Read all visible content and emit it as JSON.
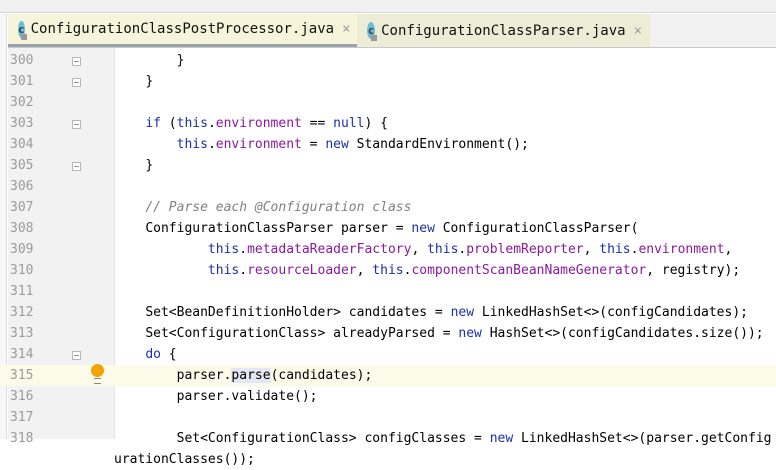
{
  "tabs": [
    {
      "label": "ConfigurationClassPostProcessor.java",
      "icon": "c-class-icon",
      "active": true
    },
    {
      "label": "ConfigurationClassParser.java",
      "icon": "c-class-icon",
      "active": false
    }
  ],
  "icon_letter": "c",
  "close_glyph": "×",
  "current_line": 315,
  "lines": [
    {
      "n": "300",
      "t": [
        [
          "p",
          "        }"
        ]
      ]
    },
    {
      "n": "301",
      "t": [
        [
          "p",
          "    }"
        ]
      ]
    },
    {
      "n": "302",
      "t": []
    },
    {
      "n": "303",
      "t": [
        [
          "p",
          "    "
        ],
        [
          "kw",
          "if"
        ],
        [
          "p",
          " ("
        ],
        [
          "kw",
          "this"
        ],
        [
          "p",
          "."
        ],
        [
          "fld",
          "environment"
        ],
        [
          "p",
          " == "
        ],
        [
          "kw",
          "null"
        ],
        [
          "p",
          ") {"
        ]
      ]
    },
    {
      "n": "304",
      "t": [
        [
          "p",
          "        "
        ],
        [
          "kw",
          "this"
        ],
        [
          "p",
          "."
        ],
        [
          "fld",
          "environment"
        ],
        [
          "p",
          " = "
        ],
        [
          "kw",
          "new"
        ],
        [
          "p",
          " StandardEnvironment();"
        ]
      ]
    },
    {
      "n": "305",
      "t": [
        [
          "p",
          "    }"
        ]
      ]
    },
    {
      "n": "306",
      "t": []
    },
    {
      "n": "307",
      "t": [
        [
          "p",
          "    "
        ],
        [
          "cmt",
          "// Parse each @Configuration class"
        ]
      ]
    },
    {
      "n": "308",
      "t": [
        [
          "p",
          "    ConfigurationClassParser parser = "
        ],
        [
          "kw",
          "new"
        ],
        [
          "p",
          " ConfigurationClassParser("
        ]
      ]
    },
    {
      "n": "309",
      "t": [
        [
          "p",
          "            "
        ],
        [
          "kw",
          "this"
        ],
        [
          "p",
          "."
        ],
        [
          "fld",
          "metadataReaderFactory"
        ],
        [
          "p",
          ", "
        ],
        [
          "kw",
          "this"
        ],
        [
          "p",
          "."
        ],
        [
          "fld",
          "problemReporter"
        ],
        [
          "p",
          ", "
        ],
        [
          "kw",
          "this"
        ],
        [
          "p",
          "."
        ],
        [
          "fld",
          "environment"
        ],
        [
          "p",
          ","
        ]
      ]
    },
    {
      "n": "310",
      "t": [
        [
          "p",
          "            "
        ],
        [
          "kw",
          "this"
        ],
        [
          "p",
          "."
        ],
        [
          "fld",
          "resourceLoader"
        ],
        [
          "p",
          ", "
        ],
        [
          "kw",
          "this"
        ],
        [
          "p",
          "."
        ],
        [
          "fld",
          "componentScanBeanNameGenerator"
        ],
        [
          "p",
          ", registry);"
        ]
      ]
    },
    {
      "n": "311",
      "t": []
    },
    {
      "n": "312",
      "t": [
        [
          "p",
          "    Set<BeanDefinitionHolder> candidates = "
        ],
        [
          "kw",
          "new"
        ],
        [
          "p",
          " LinkedHashSet<>(configCandidates);"
        ]
      ]
    },
    {
      "n": "313",
      "t": [
        [
          "p",
          "    Set<ConfigurationClass> alreadyParsed = "
        ],
        [
          "kw",
          "new"
        ],
        [
          "p",
          " HashSet<>(configCandidates.size());"
        ]
      ]
    },
    {
      "n": "314",
      "t": [
        [
          "p",
          "    "
        ],
        [
          "kw",
          "do"
        ],
        [
          "p",
          " {"
        ]
      ]
    },
    {
      "n": "315",
      "t": [
        [
          "p",
          "        parser."
        ],
        [
          "hl",
          "parse"
        ],
        [
          "p",
          "(candidates);"
        ]
      ]
    },
    {
      "n": "316",
      "t": [
        [
          "p",
          "        parser.validate();"
        ]
      ]
    },
    {
      "n": "317",
      "t": []
    },
    {
      "n": "318",
      "t": [
        [
          "p",
          "        Set<ConfigurationClass> configClasses = "
        ],
        [
          "kw",
          "new"
        ],
        [
          "p",
          " LinkedHashSet<>(parser.getConfigurationClasses());"
        ]
      ]
    }
  ]
}
